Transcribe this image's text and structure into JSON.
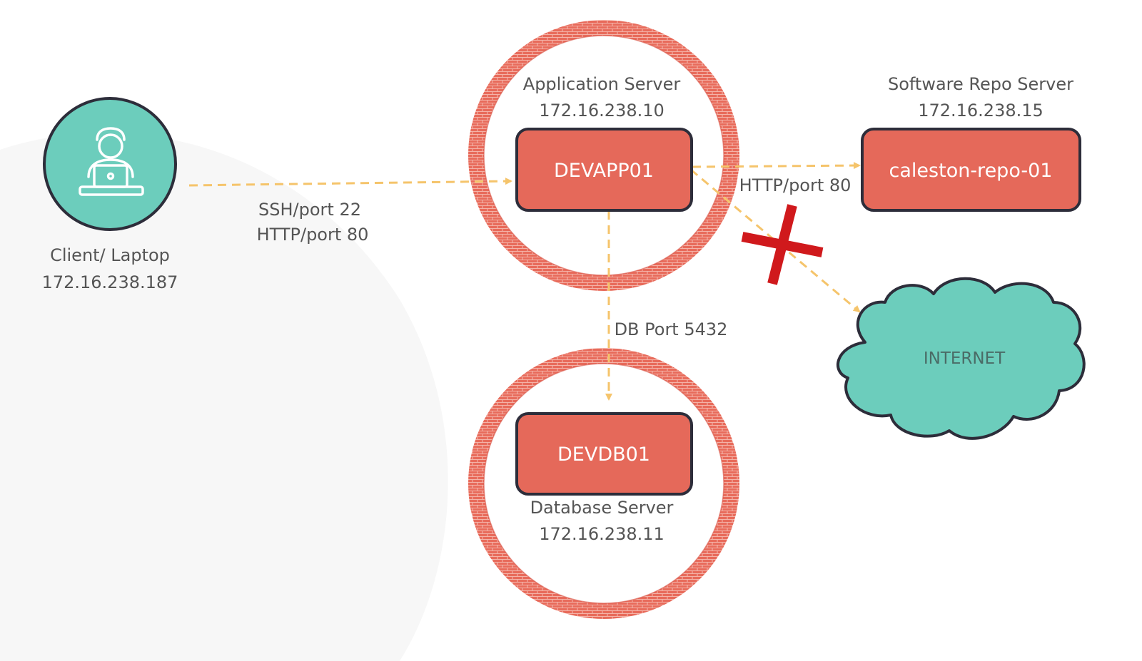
{
  "colors": {
    "firewall": "#e66a5a",
    "server_box": "#e5695a",
    "box_border": "#2d2d3a",
    "connection": "#f5c46b",
    "client_circle": "#6ccdbc",
    "cloud": "#6ccdbc",
    "blocked": "#d0191c",
    "text": "#555555"
  },
  "client": {
    "icon": "person-with-laptop-icon",
    "label": "Client/ Laptop",
    "ip": "172.16.238.187"
  },
  "app_server": {
    "title": "Application Server",
    "ip": "172.16.238.10",
    "hostname": "DEVAPP01",
    "firewall": true
  },
  "repo_server": {
    "title": "Software Repo Server",
    "ip": "172.16.238.15",
    "hostname": "caleston-repo-01"
  },
  "db_server": {
    "title": "Database Server",
    "ip": "172.16.238.11",
    "hostname": "DEVDB01",
    "firewall": true
  },
  "internet": {
    "label": "INTERNET"
  },
  "connections": {
    "client_to_app": {
      "line1": "SSH/port 22",
      "line2": "HTTP/port 80",
      "allowed": true
    },
    "app_to_repo": {
      "label": "HTTP/port 80",
      "allowed": true
    },
    "app_to_db": {
      "label": "DB Port 5432",
      "allowed": true
    },
    "app_to_internet": {
      "allowed": false
    }
  }
}
